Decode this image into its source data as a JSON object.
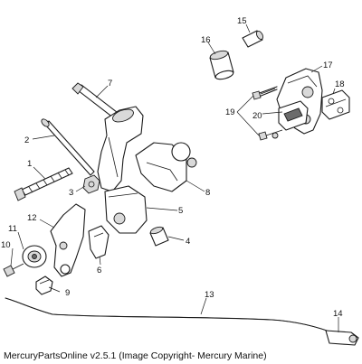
{
  "callouts": {
    "c1": "1",
    "c2": "2",
    "c3": "3",
    "c4": "4",
    "c5": "5",
    "c6": "6",
    "c7": "7",
    "c8": "8",
    "c9": "9",
    "c10": "10",
    "c11": "11",
    "c12": "12",
    "c13": "13",
    "c14": "14",
    "c15": "15",
    "c16": "16",
    "c17": "17",
    "c18": "18",
    "c19": "19",
    "c20": "20"
  },
  "footer": {
    "copyright": "MercuryPartsOnline v2.5.1 (Image Copyright- Mercury Marine)"
  }
}
